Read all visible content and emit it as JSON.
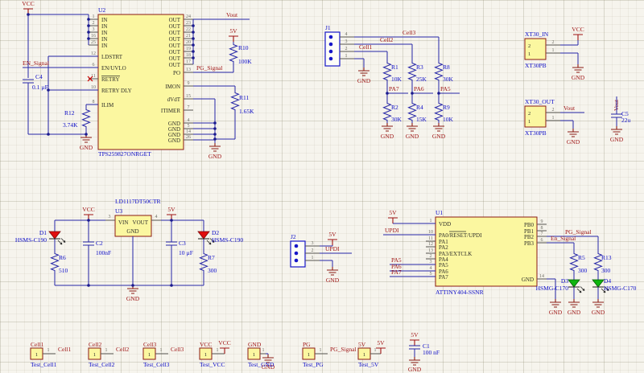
{
  "u2": {
    "ref": "U2",
    "part": "TPS259827ONRGET",
    "left": [
      {
        "n": "1",
        "t": "IN"
      },
      {
        "n": "2",
        "t": "IN"
      },
      {
        "n": "3",
        "t": "IN"
      },
      {
        "n": "16",
        "t": "IN"
      },
      {
        "n": "25",
        "t": "IN"
      },
      {
        "n": "12",
        "t": "LDSTRT"
      },
      {
        "n": "6",
        "t": "EN/UVLO"
      },
      {
        "n": "11",
        "t": "RETRY"
      },
      {
        "n": "10",
        "t": "RETRY DLY"
      },
      {
        "n": "8",
        "t": "ILIM"
      }
    ],
    "right": [
      {
        "n": "24",
        "t": "OUT"
      },
      {
        "n": "23",
        "t": "OUT"
      },
      {
        "n": "22",
        "t": "OUT"
      },
      {
        "n": "21",
        "t": "OUT"
      },
      {
        "n": "20",
        "t": "OUT"
      },
      {
        "n": "19",
        "t": "OUT"
      },
      {
        "n": "18",
        "t": "OUT"
      },
      {
        "n": "17",
        "t": "OUT"
      },
      {
        "n": "13",
        "t": "PO"
      },
      {
        "n": "9",
        "t": "IMON"
      },
      {
        "n": "15",
        "t": "dVdT"
      },
      {
        "n": "7",
        "t": "ITIMER"
      },
      {
        "n": "4",
        "t": "GND"
      },
      {
        "n": "5",
        "t": "GND"
      },
      {
        "n": "14",
        "t": "GND"
      },
      {
        "n": "26",
        "t": "GND"
      }
    ],
    "nets": {
      "vcc": "VCC",
      "en": "EN_Signal",
      "vout": "Vout",
      "v5": "5V",
      "pg": "PG_Signal",
      "gnd_l": "GND",
      "gnd_r": "GND"
    },
    "c4": {
      "ref": "C4",
      "val": "0.1 µF"
    },
    "r12": {
      "ref": "R12",
      "val": "3.74K"
    },
    "r10": {
      "ref": "R10",
      "val": "100K"
    },
    "r11": {
      "ref": "R11",
      "val": "1.65K"
    }
  },
  "j1": {
    "ref": "J1",
    "pins": [
      "4",
      "3",
      "2",
      "1"
    ],
    "cell3": "Cell3",
    "cell2": "Cell2",
    "cell1": "Cell1",
    "gnd": "GND"
  },
  "dividers": [
    {
      "rt": "R1",
      "vt": "10K",
      "rb": "R2",
      "vb": "30K",
      "net": "PA7",
      "gnd": "GND"
    },
    {
      "rt": "R3",
      "vt": "25K",
      "rb": "R4",
      "vb": "15K",
      "net": "PA6",
      "gnd": "GND"
    },
    {
      "rt": "R8",
      "vt": "30K",
      "rb": "R9",
      "vb": "10K",
      "net": "PA5",
      "gnd": "GND"
    }
  ],
  "xt30_in": {
    "ref": "XT30_IN",
    "part": "XT30PB",
    "p2": "2",
    "p1": "1",
    "vcc": "VCC",
    "gnd": "GND"
  },
  "xt30_out": {
    "ref": "XT30_OUT",
    "part": "XT30PB",
    "p2": "2",
    "p1": "1",
    "vout": "Vout",
    "gnd": "GND"
  },
  "c5": {
    "ref": "C5",
    "val": "22u",
    "net": "Vout",
    "gnd": "GND"
  },
  "ldo": {
    "part": "LD1117DT50CTR",
    "ref": "U3",
    "vin": "VIN",
    "vout": "VOUT",
    "gnd": "GND",
    "p3": "3",
    "p4": "4",
    "vcc": "VCC",
    "v5": "5V",
    "gnd_net": "GND",
    "d1": {
      "ref": "D1",
      "part": "HSMS-C190"
    },
    "r6": {
      "ref": "R6",
      "val": "510"
    },
    "c2": {
      "ref": "C2",
      "val": "100nF"
    },
    "c3": {
      "ref": "C3",
      "val": "10 µF"
    },
    "d2": {
      "ref": "D2",
      "part": "HSMS-C190"
    },
    "r7": {
      "ref": "R7",
      "val": "300"
    }
  },
  "u1": {
    "ref": "U1",
    "part": "ATTINY404-SSNR",
    "left": [
      {
        "n": "1",
        "t": "VDD"
      },
      {
        "n": "10",
        "t": "PA0/RESET/UPDI"
      },
      {
        "n": "11",
        "t": "PA1"
      },
      {
        "n": "12",
        "t": "PA2"
      },
      {
        "n": "13",
        "t": "PA3/EXTCLK"
      },
      {
        "n": "2",
        "t": "PA4"
      },
      {
        "n": "3",
        "t": "PA5"
      },
      {
        "n": "4",
        "t": "PA6"
      },
      {
        "n": "5",
        "t": "PA7"
      }
    ],
    "right": [
      {
        "n": "9",
        "t": "PB0"
      },
      {
        "n": "8",
        "t": "PB1"
      },
      {
        "n": "7",
        "t": "PB2"
      },
      {
        "n": "6",
        "t": "PB3"
      }
    ],
    "gnd_pin": {
      "n": "14",
      "t": "GND"
    },
    "nets": {
      "v5": "5V",
      "updi": "UPDI",
      "pa5": "PA5",
      "pa6": "PA6",
      "pa7": "PA7",
      "pg": "PG_Signal",
      "en": "En_Signal"
    },
    "r5": {
      "ref": "R5",
      "val": "300"
    },
    "r13": {
      "ref": "R13",
      "val": "300"
    },
    "d3": {
      "ref": "D3",
      "part": "HSMG-C170"
    },
    "d4": {
      "ref": "D4",
      "part": "HSMG-C170"
    },
    "gnd1": "GND",
    "gnd2": "GND",
    "gnd3": "GND"
  },
  "j2": {
    "ref": "J2",
    "pins": [
      "3",
      "2",
      "1"
    ],
    "v5": "5V",
    "updi": "UPDI",
    "gnd": "GND"
  },
  "testpoints": [
    {
      "des": "Cell1",
      "pin": "1",
      "num": "1",
      "net": "Cell1",
      "name": "Test_Cell1"
    },
    {
      "des": "Cell2",
      "pin": "1",
      "num": "1",
      "net": "Cell2",
      "name": "Test_Cell2"
    },
    {
      "des": "Cell3",
      "pin": "1",
      "num": "1",
      "net": "Cell3",
      "name": "Test_Cell3"
    },
    {
      "des": "VCC",
      "pin": "1",
      "num": "1",
      "net": "VCC",
      "name": "Test_VCC"
    },
    {
      "des": "GND",
      "pin": "1",
      "num": "1",
      "net": "GND",
      "name": "Test_GND"
    },
    {
      "des": "PG",
      "pin": "1",
      "num": "1",
      "net": "PG_Signal",
      "name": "Test_PG"
    },
    {
      "des": "5V",
      "pin": "1",
      "num": "1",
      "net": "5V",
      "name": "Test_5V"
    }
  ],
  "c1": {
    "ref": "C1",
    "val": "100 nF",
    "v5": "5V",
    "gnd": "GND"
  },
  "colors": {
    "wire": "#2626A8",
    "designator": "#0B0BC8",
    "net": "#9E1212",
    "body_fill": "#FBF7A0",
    "body_stroke": "#8B1A12",
    "bg": "#F6F4ED"
  }
}
